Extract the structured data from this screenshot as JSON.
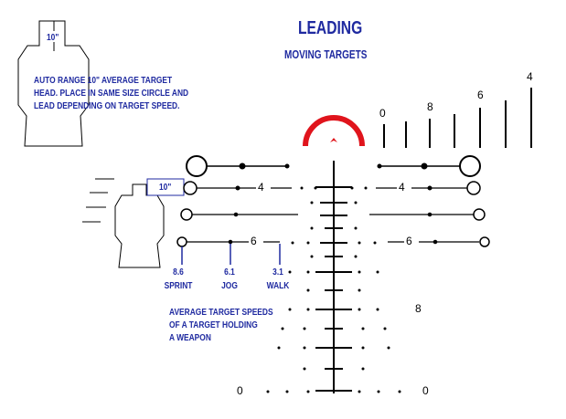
{
  "title": "LEADING",
  "subtitle": "MOVING TARGETS",
  "target_size_label": "10\"",
  "instruction_lines": [
    "AUTO RANGE 10\" AVERAGE TARGET",
    "HEAD. PLACE IN SAME SIZE CIRCLE AND",
    "LEAD DEPENDING ON TARGET SPEED."
  ],
  "speeds": [
    {
      "value": "8.6",
      "label": "SPRINT"
    },
    {
      "value": "6.1",
      "label": "JOG"
    },
    {
      "value": "3.1",
      "label": "WALK"
    }
  ],
  "speeds_note_lines": [
    "AVERAGE TARGET SPEEDS",
    "OF A TARGET HOLDING",
    "A WEAPON"
  ],
  "reticle_numbers": {
    "lead_left_4": "4",
    "lead_right_4": "4",
    "lead_left_6": "6",
    "lead_right_6": "6",
    "range_0": "0",
    "range_8": "8",
    "range_6": "6",
    "range_4": "4",
    "holdover_8": "8",
    "bottom_left_0": "0",
    "bottom_right_0": "0"
  },
  "colors": {
    "text_accent": "#1f2aa0",
    "reticle_ring": "#e0141c",
    "reticle": "#000000"
  }
}
